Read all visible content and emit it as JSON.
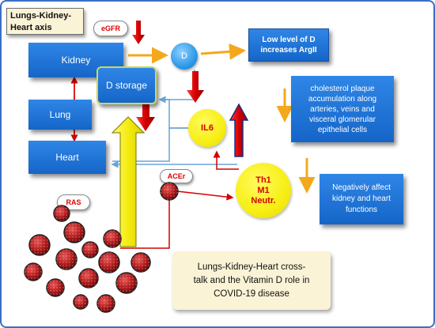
{
  "axis_label": {
    "line1": "Lungs-Kidney-",
    "line2": "Heart axis"
  },
  "organs": {
    "kidney": "Kidney",
    "lung": "Lung",
    "heart": "Heart"
  },
  "d_storage": "D storage",
  "vitamin_d": "D",
  "il6": "IL6",
  "th_cells": {
    "line1": "Th1",
    "line2": "M1",
    "line3": "Neutr."
  },
  "tags": {
    "egfr": "eGFR",
    "acer": "ACEr",
    "ras": "RAS"
  },
  "info_boxes": {
    "low_d": {
      "line1": "Low level of D",
      "line2": "increases ArgII"
    },
    "plaque": {
      "line1": "cholesterol plaque",
      "line2": "accumulation along",
      "line3": "arteries, veins and",
      "line4": "visceral glomerular",
      "line5": "epithelial cells"
    },
    "negative": {
      "line1": "Negatively affect",
      "line2": "kidney and heart",
      "line3": "functions"
    }
  },
  "caption": {
    "line1": "Lungs-Kidney-Heart cross-",
    "line2": "talk and the Vitamin D role in",
    "line3": "COVID-19 disease"
  },
  "colors": {
    "box_blue": "#1c6fd6",
    "yellow": "#f5ec10",
    "red_arrow": "#d40000",
    "orange_arrow": "#f4a81c",
    "virus": "#b31d1d"
  }
}
